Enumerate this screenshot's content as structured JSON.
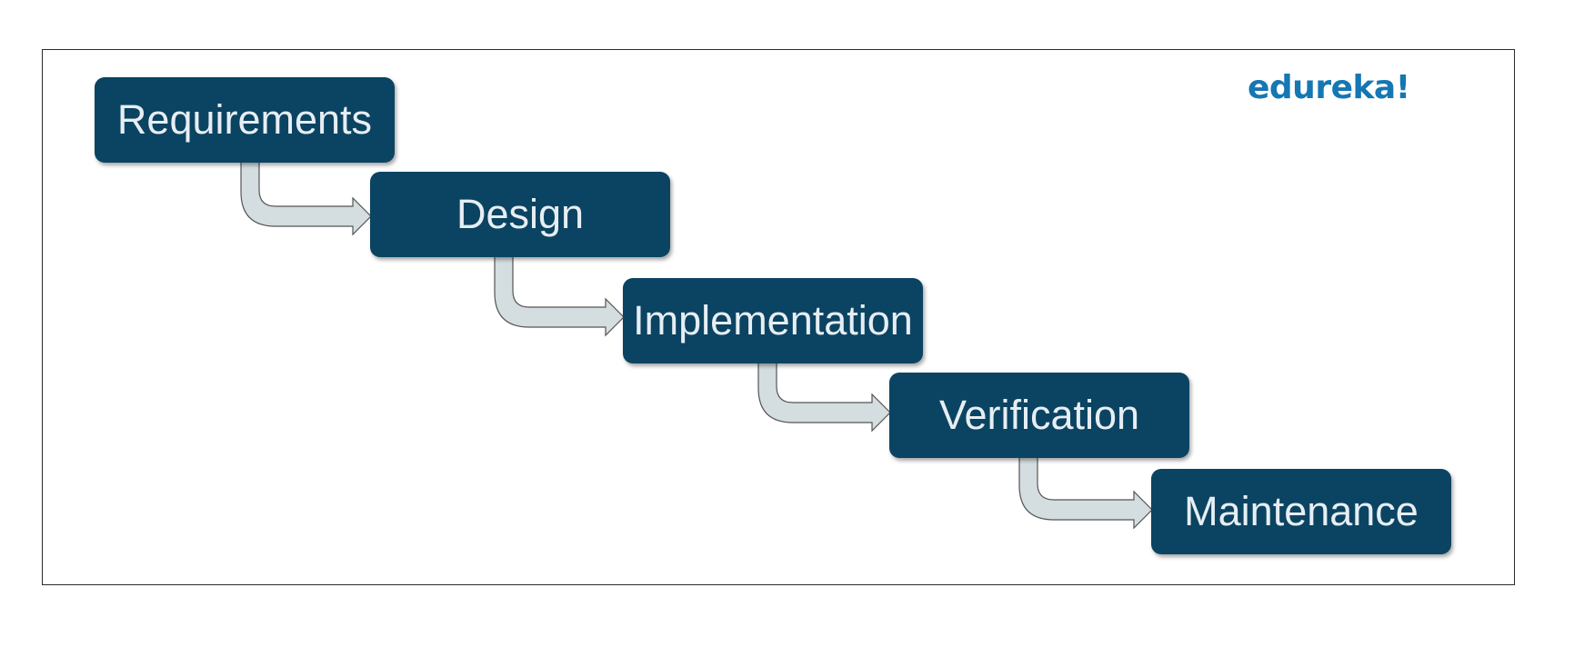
{
  "diagram": {
    "logo_text": "edureka!",
    "stages": [
      {
        "label": "Requirements"
      },
      {
        "label": "Design"
      },
      {
        "label": "Implementation"
      },
      {
        "label": "Verification"
      },
      {
        "label": "Maintenance"
      }
    ],
    "colors": {
      "box_fill": "#0b4462",
      "box_text": "#e7eef3",
      "arrow_fill": "#d4dde0",
      "arrow_stroke": "#555555",
      "logo": "#1577b3"
    }
  }
}
